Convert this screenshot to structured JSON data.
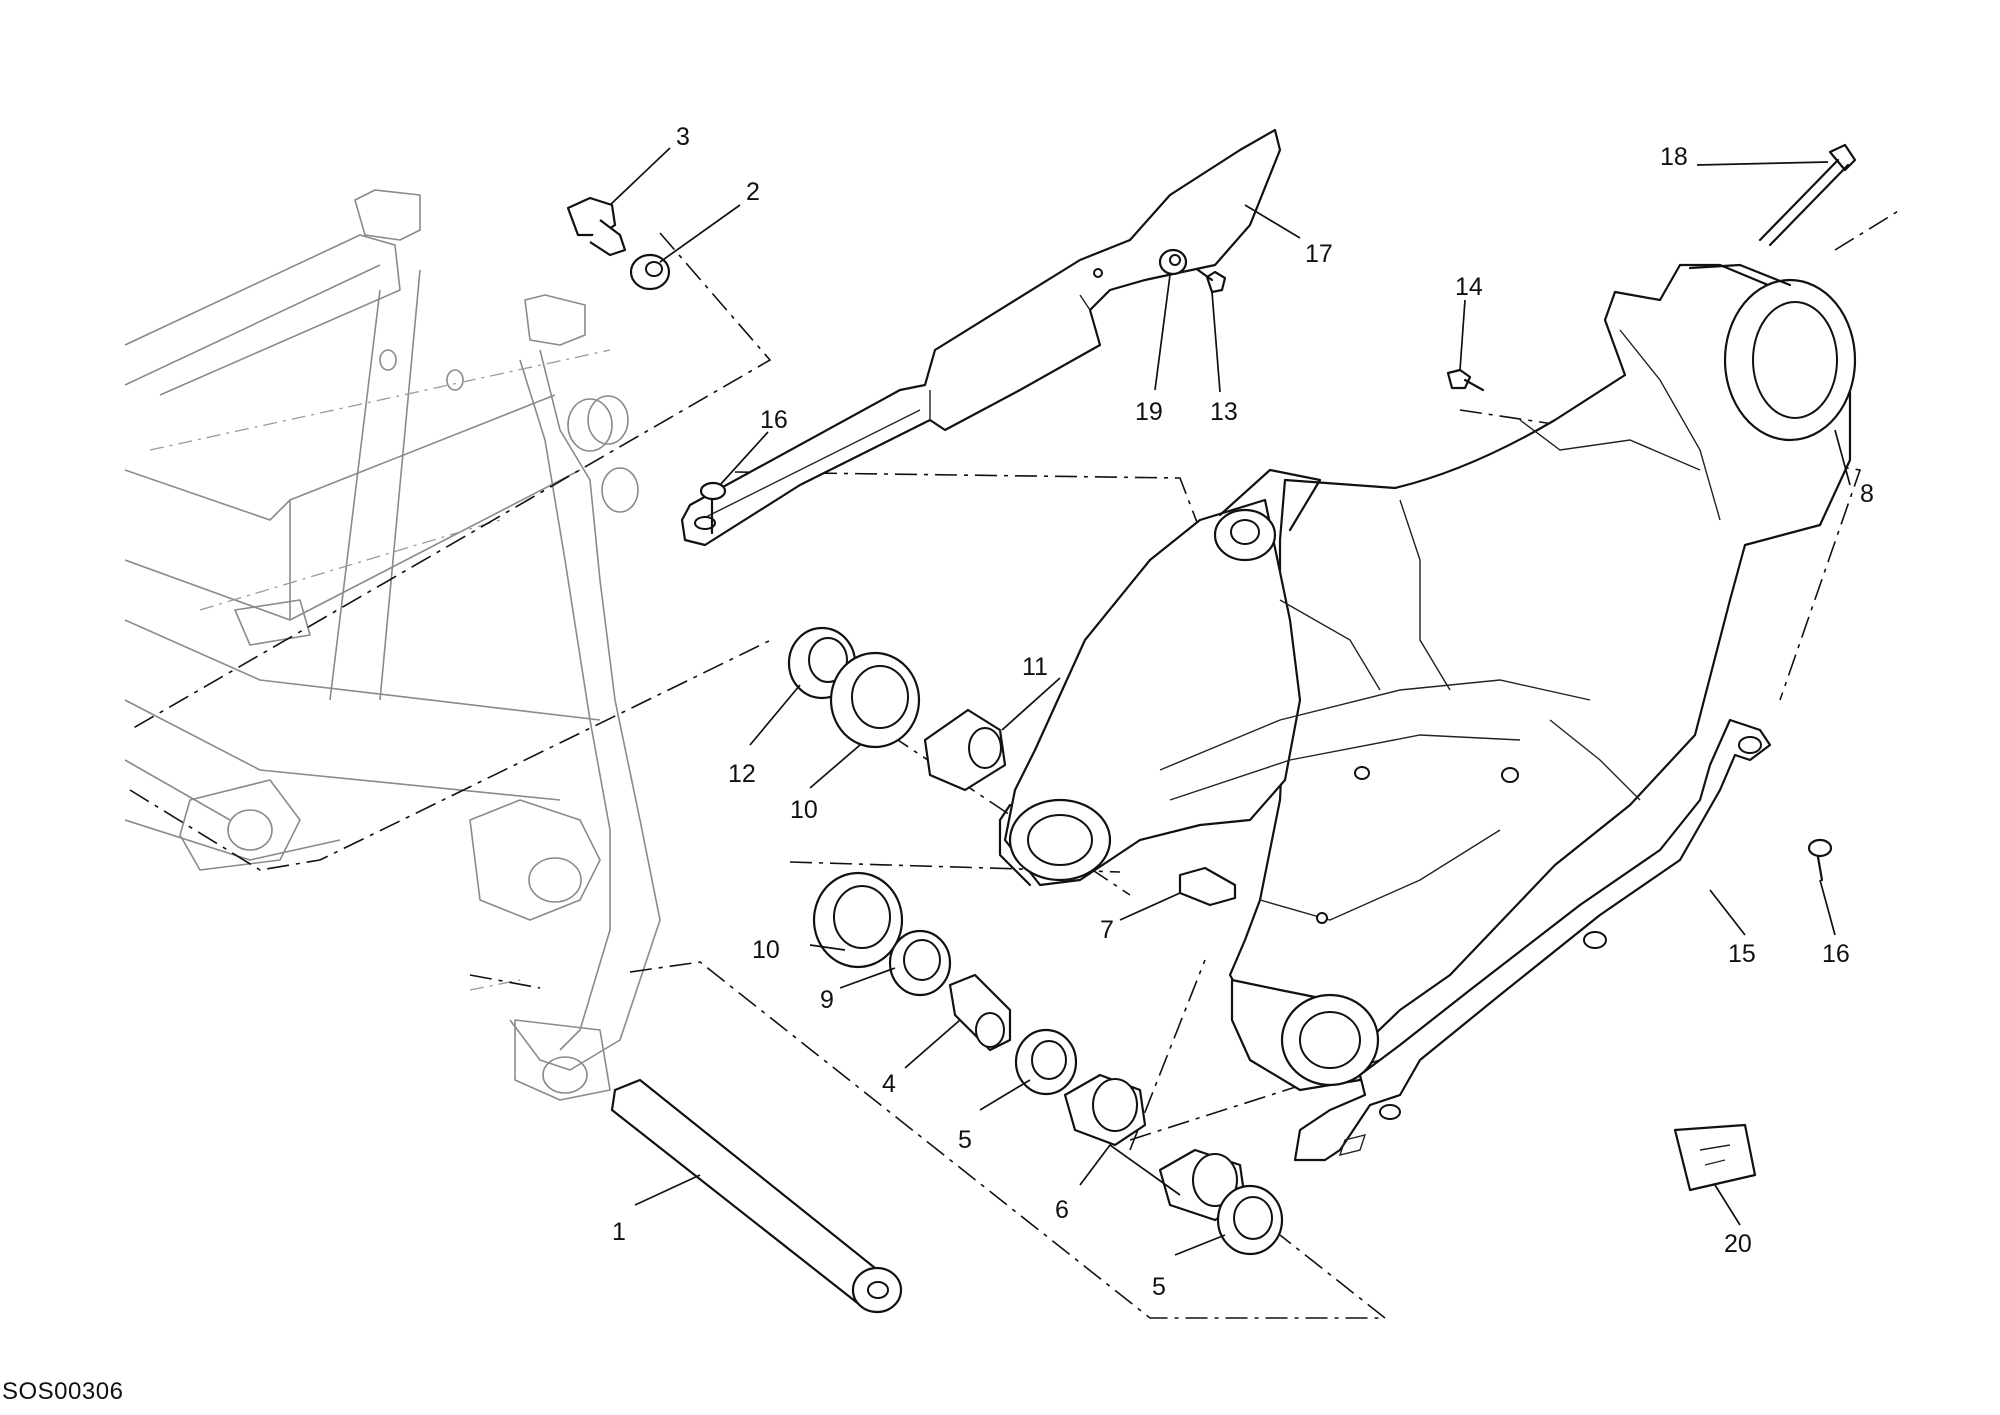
{
  "diagram_code": "SOS00306",
  "callouts": [
    {
      "id": "c1",
      "label": "1"
    },
    {
      "id": "c2",
      "label": "2"
    },
    {
      "id": "c3",
      "label": "3"
    },
    {
      "id": "c4",
      "label": "4"
    },
    {
      "id": "c5a",
      "label": "5"
    },
    {
      "id": "c5b",
      "label": "5"
    },
    {
      "id": "c6",
      "label": "6"
    },
    {
      "id": "c7",
      "label": "7"
    },
    {
      "id": "c8",
      "label": "8"
    },
    {
      "id": "c9",
      "label": "9"
    },
    {
      "id": "c10a",
      "label": "10"
    },
    {
      "id": "c10b",
      "label": "10"
    },
    {
      "id": "c11",
      "label": "11"
    },
    {
      "id": "c12",
      "label": "12"
    },
    {
      "id": "c13",
      "label": "13"
    },
    {
      "id": "c14",
      "label": "14"
    },
    {
      "id": "c15",
      "label": "15"
    },
    {
      "id": "c16a",
      "label": "16"
    },
    {
      "id": "c16b",
      "label": "16"
    },
    {
      "id": "c17",
      "label": "17"
    },
    {
      "id": "c18",
      "label": "18"
    },
    {
      "id": "c19",
      "label": "19"
    },
    {
      "id": "c20",
      "label": "20"
    }
  ]
}
